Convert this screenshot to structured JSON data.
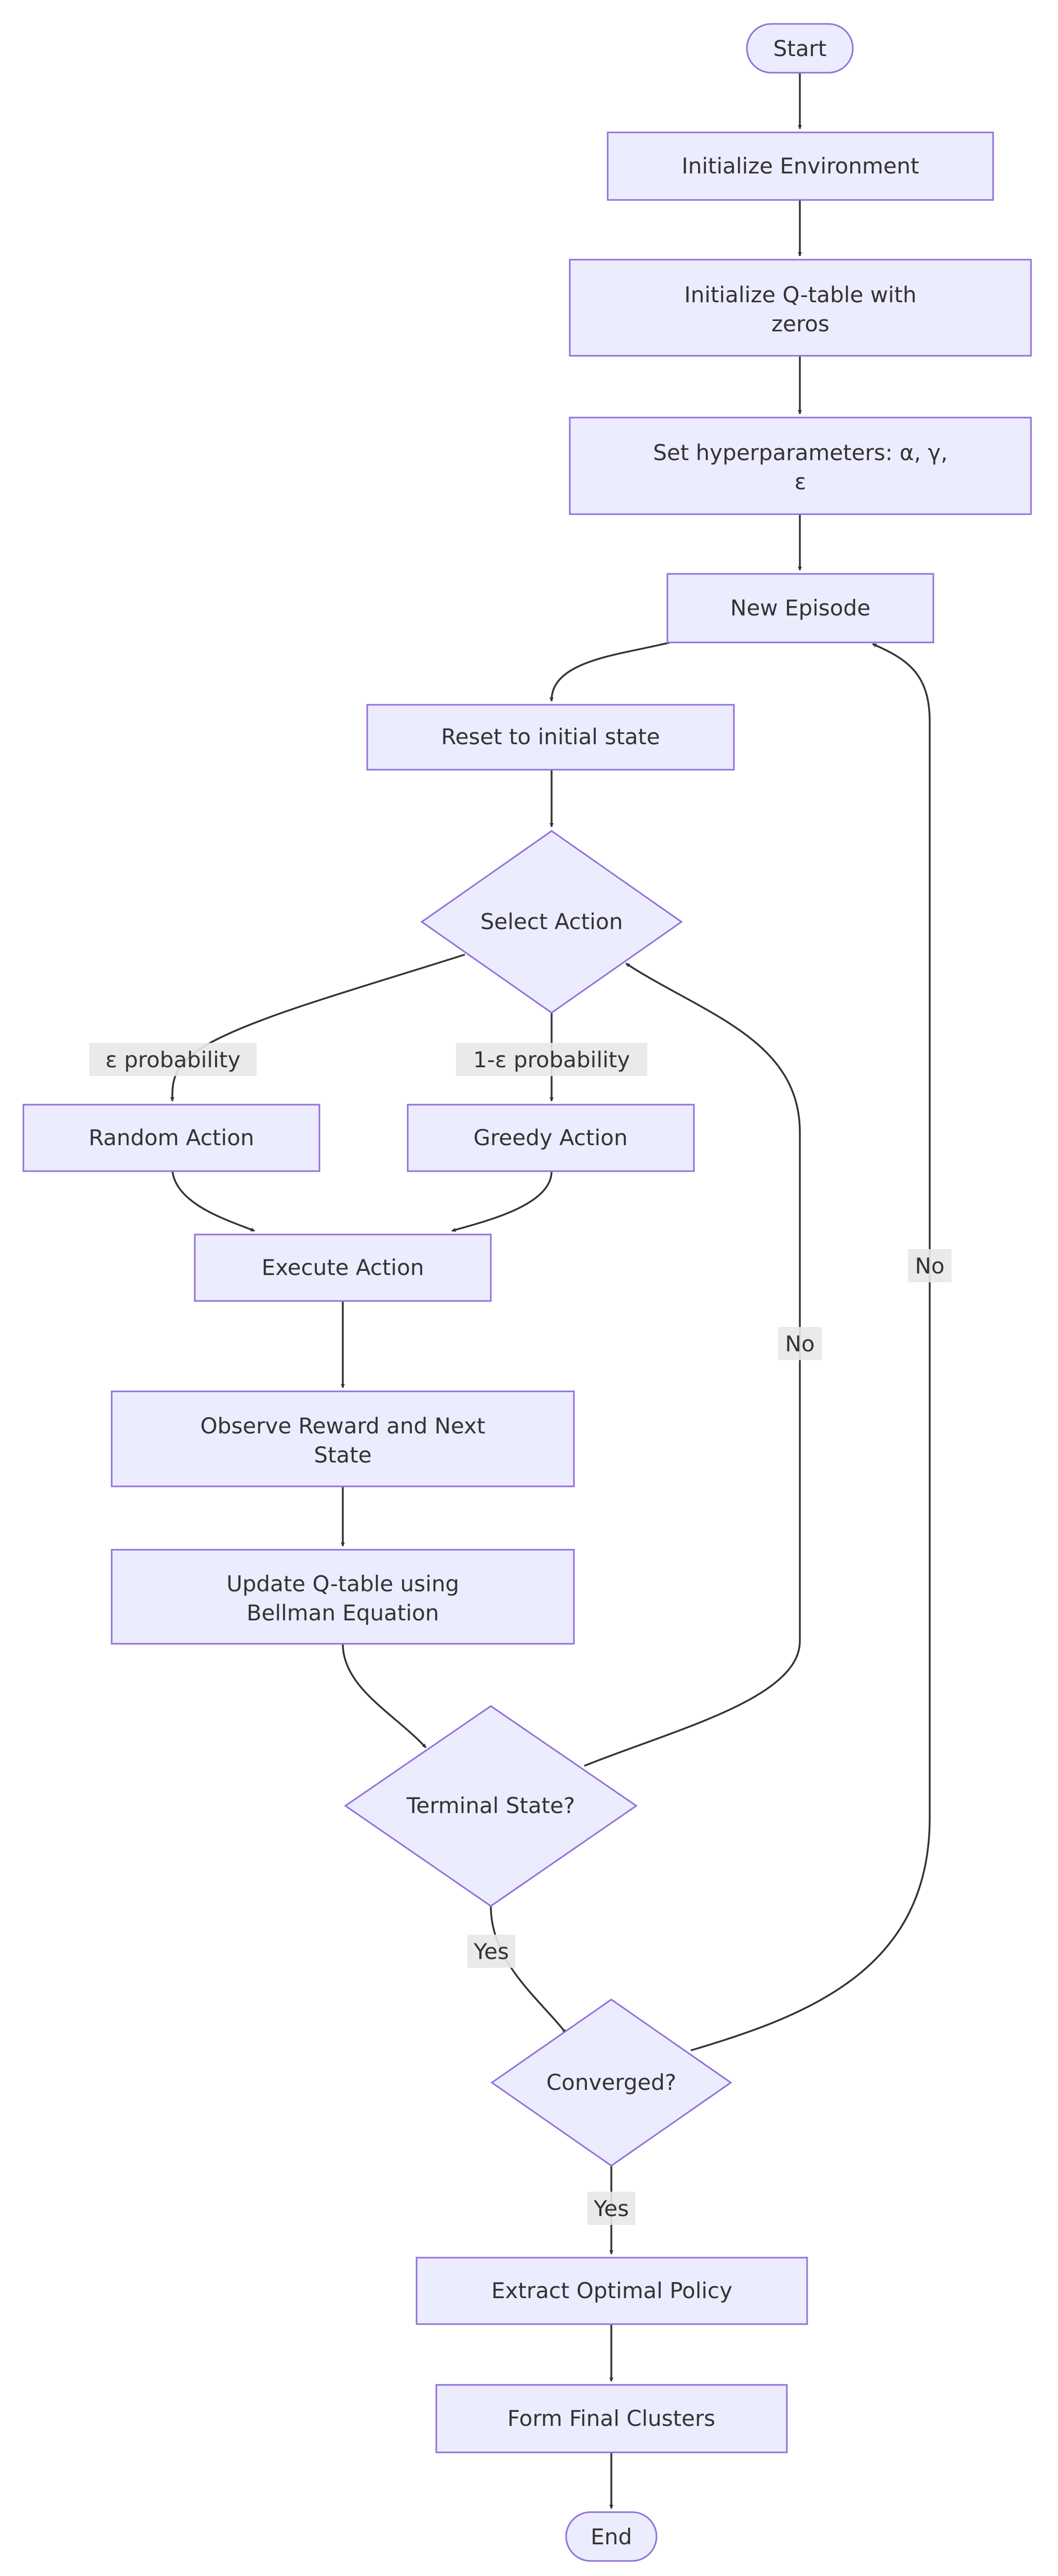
{
  "colors": {
    "node_fill": "#ECECFF",
    "node_stroke": "#9370DB",
    "edge": "#333333",
    "label_bg": "#e8e8e8",
    "text": "#333333"
  },
  "nodes": {
    "start": "Start",
    "init_env": "Initialize Environment",
    "init_q_1": "Initialize Q-table with",
    "init_q_2": "zeros",
    "set_hyper_1": "Set hyperparameters: α, γ,",
    "set_hyper_2": "ε",
    "new_episode": "New Episode",
    "reset": "Reset to initial state",
    "select_action": "Select Action",
    "random_action": "Random Action",
    "greedy_action": "Greedy Action",
    "execute_action": "Execute Action",
    "observe_1": "Observe Reward and Next",
    "observe_2": "State",
    "update_1": "Update Q-table using",
    "update_2": "Bellman Equation",
    "terminal": "Terminal State?",
    "converged": "Converged?",
    "extract": "Extract Optimal Policy",
    "form": "Form Final Clusters",
    "end": "End"
  },
  "edge_labels": {
    "eps_prob": "ε probability",
    "one_minus_eps": "1-ε probability",
    "no_terminal": "No",
    "yes_terminal": "Yes",
    "no_converged": "No",
    "yes_converged": "Yes"
  }
}
